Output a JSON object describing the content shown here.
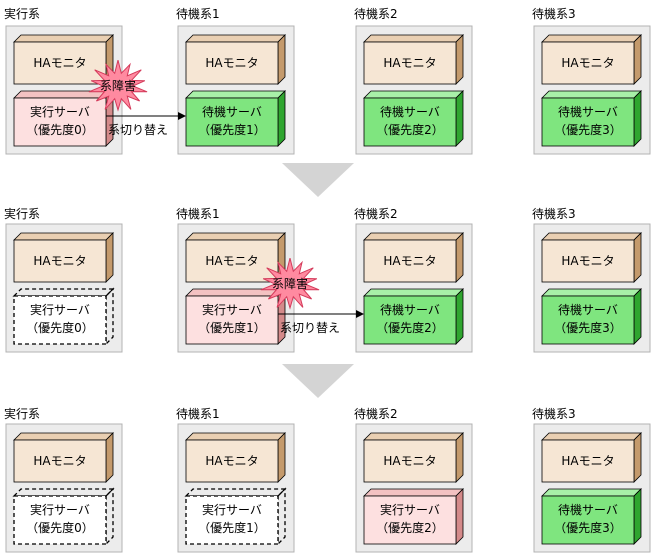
{
  "rows": [
    {
      "systems": [
        {
          "label": "実行系",
          "ha": "HAモニタ",
          "server": {
            "kind": "active",
            "line1": "実行サーバ",
            "line2": "（優先度0）"
          }
        },
        {
          "label": "待機系1",
          "ha": "HAモニタ",
          "server": {
            "kind": "standby",
            "line1": "待機サーバ",
            "line2": "（優先度1）"
          }
        },
        {
          "label": "待機系2",
          "ha": "HAモニタ",
          "server": {
            "kind": "standby",
            "line1": "待機サーバ",
            "line2": "（優先度2）"
          }
        },
        {
          "label": "待機系3",
          "ha": "HAモニタ",
          "server": {
            "kind": "standby",
            "line1": "待機サーバ",
            "line2": "（優先度3）"
          }
        }
      ],
      "failure": {
        "text": "系障害"
      },
      "switch": {
        "text": "系切り替え"
      }
    },
    {
      "systems": [
        {
          "label": "実行系",
          "ha": "HAモニタ",
          "server": {
            "kind": "stopped",
            "line1": "実行サーバ",
            "line2": "（優先度0）"
          }
        },
        {
          "label": "待機系1",
          "ha": "HAモニタ",
          "server": {
            "kind": "active",
            "line1": "実行サーバ",
            "line2": "（優先度1）"
          }
        },
        {
          "label": "待機系2",
          "ha": "HAモニタ",
          "server": {
            "kind": "standby",
            "line1": "待機サーバ",
            "line2": "（優先度2）"
          }
        },
        {
          "label": "待機系3",
          "ha": "HAモニタ",
          "server": {
            "kind": "standby",
            "line1": "待機サーバ",
            "line2": "（優先度3）"
          }
        }
      ],
      "failure": {
        "text": "系障害"
      },
      "switch": {
        "text": "系切り替え"
      }
    },
    {
      "systems": [
        {
          "label": "実行系",
          "ha": "HAモニタ",
          "server": {
            "kind": "stopped",
            "line1": "実行サーバ",
            "line2": "（優先度0）"
          }
        },
        {
          "label": "待機系1",
          "ha": "HAモニタ",
          "server": {
            "kind": "stopped",
            "line1": "実行サーバ",
            "line2": "（優先度1）"
          }
        },
        {
          "label": "待機系2",
          "ha": "HAモニタ",
          "server": {
            "kind": "active",
            "line1": "実行サーバ",
            "line2": "（優先度2）"
          }
        },
        {
          "label": "待機系3",
          "ha": "HAモニタ",
          "server": {
            "kind": "standby",
            "line1": "待機サーバ",
            "line2": "（優先度3）"
          }
        }
      ]
    }
  ],
  "colors": {
    "panel": "#ececec",
    "panel_border": "#b3b3b3",
    "ha_front": "#f6e6d4",
    "ha_top": "#e9cfb2",
    "ha_side": "#c49a6c",
    "active_front": "#fde0e0",
    "active_top": "#f3c2c2",
    "active_side": "#d48a8a",
    "standby_front": "#7fe57f",
    "standby_top": "#a8f0a8",
    "standby_side": "#2fa52f",
    "burst_fill": "#ff8aa0",
    "burst_stroke": "#d43a5a",
    "arrow_down": "#d4d4d4"
  }
}
